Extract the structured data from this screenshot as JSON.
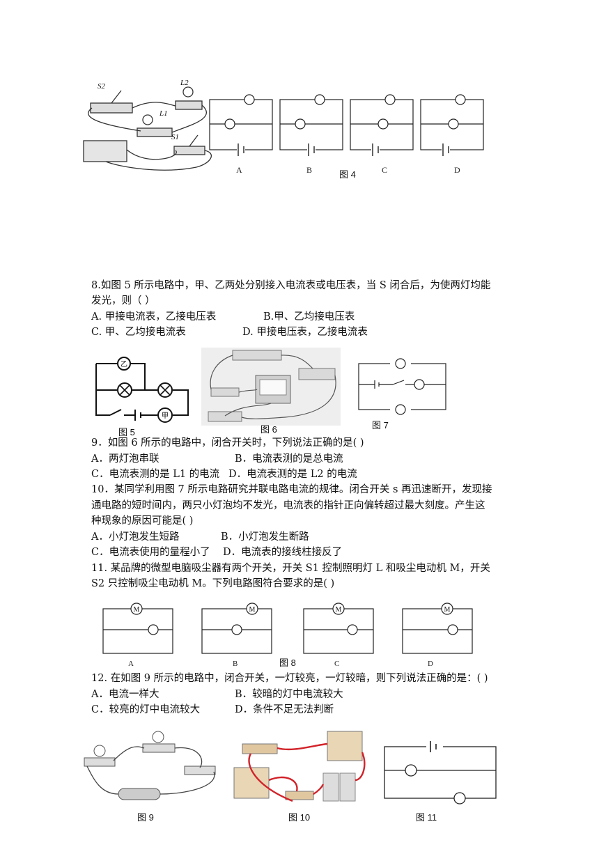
{
  "fig4": {
    "photo_labels": [
      "S2",
      "L2",
      "L1",
      "S1"
    ],
    "options": [
      "A",
      "B",
      "C",
      "D"
    ],
    "caption": "图 4"
  },
  "q8": {
    "line1": "8.如图 5 所示电路中，甲、乙两处分别接入电流表或电压表，当 S 闭合后，为使两灯均能",
    "line2": "发光，则（        ）",
    "optA": "A. 甲接电流表，乙接电压表",
    "optB": "B.甲、乙均接电压表",
    "optC": "C. 甲、乙均接电流表",
    "optD": "D. 甲接电压表，乙接电流表"
  },
  "figs567": {
    "fig5_caption": "图 5",
    "fig6_caption": "图 6",
    "fig7_caption": "图 7",
    "meter_yi": "乙",
    "meter_jia": "甲"
  },
  "q9": {
    "stem": "9．如图 6 所示的电路中，闭合开关时，下列说法正确的是(        )",
    "optA": "A．两灯泡串联",
    "optB": "B．电流表测的是总电流",
    "optC": "C．电流表测的是 L1 的电流",
    "optD": "D．电流表测的是 L2 的电流"
  },
  "q10": {
    "line1": "10．某同学利用图 7 所示电路研究并联电路电流的规律。闭合开关 s 再迅速断开，发现接",
    "line2": "通电路的短时间内，两只小灯泡均不发光，电流表的指针正向偏转超过最大刻度。产生这",
    "line3": "种现象的原因可能是(        )",
    "optA": "A．小灯泡发生短路",
    "optB": "B．小灯泡发生断路",
    "optC": "C．电流表使用的量程小了",
    "optD": "D．电流表的接线柱接反了"
  },
  "q11": {
    "line1": "11. 某品牌的微型电脑吸尘器有两个开关，开关 S1 控制照明灯 L 和吸尘电动机 M，开关",
    "line2": "S2 只控制吸尘电动机 M。下列电路图符合要求的是(        )",
    "fig8_caption": "图 8",
    "options": [
      "A",
      "B",
      "C",
      "D"
    ]
  },
  "q12": {
    "stem": "12. 在如图 9 所示的电路中，闭合开关，一灯较亮，一灯较暗，则下列说法正确的是：(        )",
    "optA": "A．电流一样大",
    "optB": "B．较暗的灯中电流较大",
    "optC": "C．较亮的灯中电流较大",
    "optD": "D．条件不足无法判断"
  },
  "bottom_figs": {
    "fig9_caption": "图 9",
    "fig10_caption": "图 10",
    "fig11_caption": "图 11"
  }
}
